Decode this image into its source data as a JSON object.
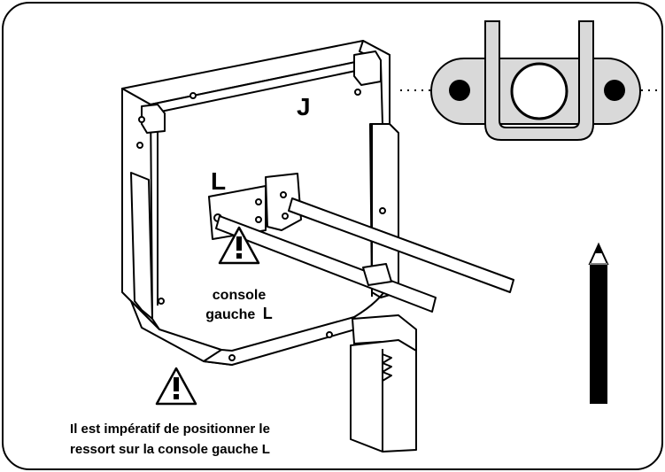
{
  "labels": {
    "part_j": "J",
    "part_l": "L",
    "console_line1": "console",
    "console_line2": "gauche",
    "console_letter": "L",
    "warning_line1": "Il est impératif de positionner le",
    "warning_line2": "ressort sur la console gauche L"
  },
  "icons": {
    "warning": "warning-triangle-icon",
    "pencil": "pencil-icon"
  },
  "colors": {
    "line": "#000000",
    "fill_light": "#d9d9d9",
    "background": "#ffffff"
  }
}
